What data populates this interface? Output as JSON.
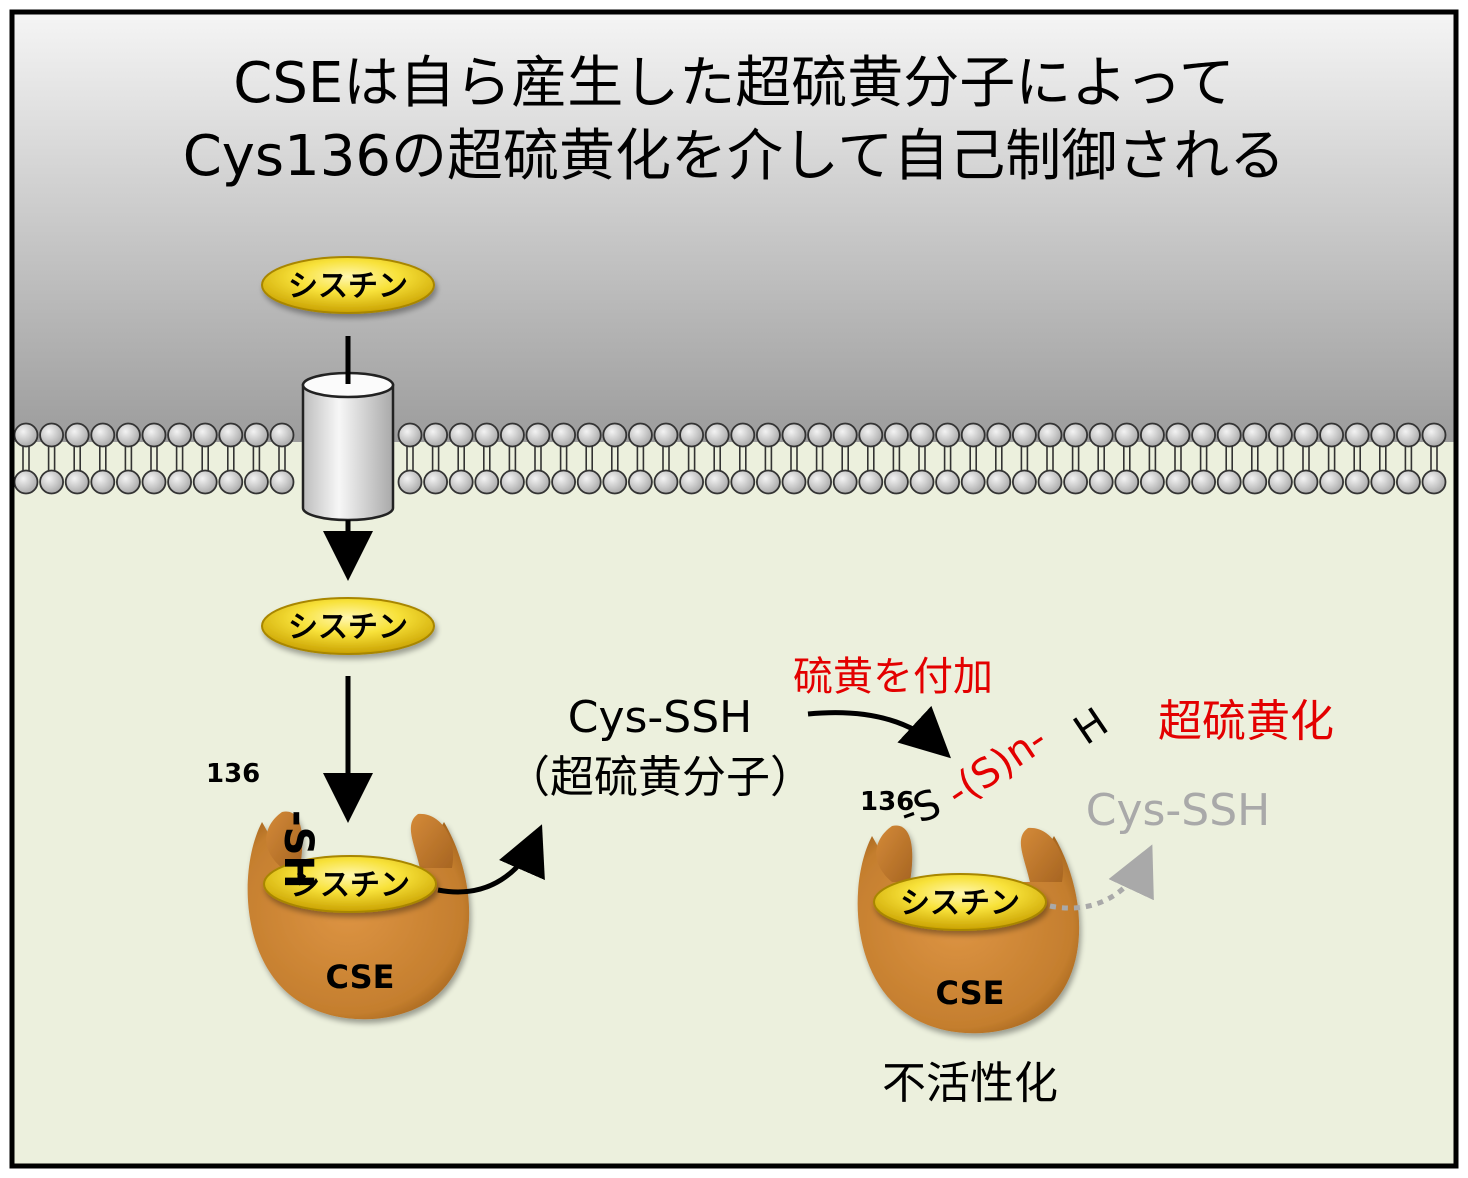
{
  "title": {
    "line1": "CSEは自ら産生した超硫黄分子によって",
    "line2": "Cys136の超硫黄化を介して自己制御される"
  },
  "pills": {
    "outside": "シスチン",
    "inside": "シスチン",
    "enzyme_left": "シスチン",
    "enzyme_right": "シスチン"
  },
  "enzyme_left": {
    "label": "CSE",
    "residue_number": "136",
    "thiol_group": "-SH"
  },
  "product": {
    "name": "Cys-SSH",
    "description": "（超硫黄分子）"
  },
  "reaction": {
    "label": "硫黄を付加"
  },
  "enzyme_right": {
    "label": "CSE",
    "residue_number": "136",
    "sulfur_start": "-S",
    "persulfide_chain": "-(S)n-",
    "terminal_h": "H",
    "state_label": "超硫黄化",
    "blocked_product": "Cys-SSH",
    "status": "不活性化"
  },
  "colors": {
    "extracellular_top": "#f5f5f5",
    "extracellular_bottom": "#9c9c9c",
    "cytoplasm": "#ecf0dd",
    "membrane_head": "#c8c8c8",
    "pill_yellow": "#f4d928",
    "enzyme_brown": "#c47e2e",
    "accent_red": "#e30000",
    "faded_gray": "#a9a9a9"
  }
}
